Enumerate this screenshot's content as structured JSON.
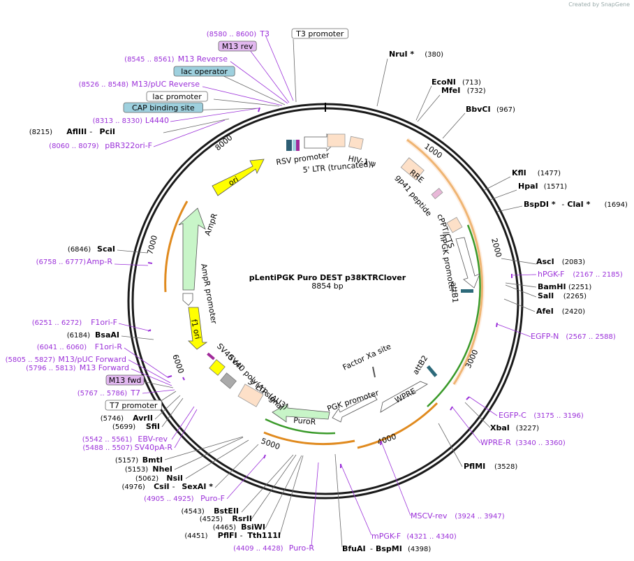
{
  "credit": "Created by SnapGene",
  "plasmid": {
    "name": "pLentiPGK Puro DEST p38KTRClover",
    "size": "8854 bp"
  },
  "ticks": [
    "1000",
    "2000",
    "3000",
    "4000",
    "5000",
    "6000",
    "7000",
    "8000"
  ],
  "features": {
    "rsv_promoter": "RSV promoter",
    "ltr5": "5' LTR (truncated)",
    "hiv_psi": "HIV-1 ψ",
    "rre": "RRE",
    "gp41": "gp41 peptide",
    "cppt": "cPPT/CTS",
    "hpgk": "hPGK promoter",
    "attb1": "attB1",
    "factor_xa": "Factor Xa site",
    "attb2": "attB2",
    "wpre": "WPRE",
    "pgk": "PGK promoter",
    "puror": "PuroR",
    "ltr3": "3' LTR (ΔU3)",
    "sv40polya": "SV40 poly(A) signal",
    "sv40ori": "SV40 ori",
    "f1ori": "f1 ori",
    "ampr_promoter": "AmpR promoter",
    "ampr": "AmpR",
    "ori": "ori"
  },
  "left_labels": [
    {
      "pos": "(8580 .. 8600)",
      "name": "T3",
      "kind": "primer"
    },
    {
      "name": "T3 promoter",
      "kind": "box-white"
    },
    {
      "name": "M13 rev",
      "kind": "box-purple"
    },
    {
      "pos": "(8545 .. 8561)",
      "name": "M13 Reverse",
      "kind": "primer"
    },
    {
      "name": "lac operator",
      "kind": "box-teal"
    },
    {
      "pos": "(8526 .. 8548)",
      "name": "M13/pUC Reverse",
      "kind": "primer"
    },
    {
      "name": "lac promoter",
      "kind": "box-white"
    },
    {
      "name": "CAP binding site",
      "kind": "box-teal"
    },
    {
      "pos": "(8313 .. 8330)",
      "name": "L4440",
      "kind": "primer"
    },
    {
      "pos": "(8215)",
      "name": "AflIII",
      "name2": "PciI",
      "kind": "enzyme"
    },
    {
      "pos": "(8060 .. 8079)",
      "name": "pBR322ori-F",
      "kind": "primer"
    },
    {
      "pos": "(6846)",
      "name": "ScaI",
      "kind": "enzyme"
    },
    {
      "pos": "(6758 .. 6777)",
      "name": "Amp-R",
      "kind": "primer"
    },
    {
      "pos": "(6251 .. 6272)",
      "name": "F1ori-F",
      "kind": "primer"
    },
    {
      "pos": "(6184)",
      "name": "BsaAI",
      "kind": "enzyme"
    },
    {
      "pos": "(6041 .. 6060)",
      "name": "F1ori-R",
      "kind": "primer"
    },
    {
      "pos": "(5805 .. 5827)",
      "name": "M13/pUC Forward",
      "kind": "primer"
    },
    {
      "pos": "(5796 .. 5813)",
      "name": "M13 Forward",
      "kind": "primer"
    },
    {
      "name": "M13 fwd",
      "kind": "box-purple"
    },
    {
      "pos": "(5767 .. 5786)",
      "name": "T7",
      "kind": "primer"
    },
    {
      "name": "T7 promoter",
      "kind": "box-white"
    },
    {
      "pos": "(5746)",
      "name": "AvrII",
      "kind": "enzyme"
    },
    {
      "pos": "(5699)",
      "name": "SfiI",
      "kind": "enzyme"
    },
    {
      "pos": "(5542 .. 5561)",
      "name": "EBV-rev",
      "kind": "primer"
    },
    {
      "pos": "(5488 .. 5507)",
      "name": "SV40pA-R",
      "kind": "primer"
    },
    {
      "pos": "(5157)",
      "name": "BmtI",
      "kind": "enzyme"
    },
    {
      "pos": "(5153)",
      "name": "NheI",
      "kind": "enzyme"
    },
    {
      "pos": "(5062)",
      "name": "NsiI",
      "kind": "enzyme"
    },
    {
      "pos": "(4976)",
      "name": "CsiI",
      "name2": "SexAI *",
      "kind": "enzyme"
    },
    {
      "pos": "(4905 .. 4925)",
      "name": "Puro-F",
      "kind": "primer"
    },
    {
      "pos": "(4543)",
      "name": "BstEII",
      "kind": "enzyme"
    },
    {
      "pos": "(4525)",
      "name": "RsrII",
      "kind": "enzyme"
    },
    {
      "pos": "(4465)",
      "name": "BsiWI",
      "kind": "enzyme"
    },
    {
      "pos": "(4451)",
      "name": "PflFI",
      "name2": "Tth111I",
      "kind": "enzyme"
    },
    {
      "pos": "(4409 .. 4428)",
      "name": "Puro-R",
      "kind": "primer"
    }
  ],
  "right_labels": [
    {
      "name": "NruI *",
      "pos": "(380)",
      "kind": "enzyme"
    },
    {
      "name": "EcoNI",
      "pos": "(713)",
      "kind": "enzyme"
    },
    {
      "name": "MfeI",
      "pos": "(732)",
      "kind": "enzyme"
    },
    {
      "name": "BbvCI",
      "pos": "(967)",
      "kind": "enzyme"
    },
    {
      "name": "KflI",
      "pos": "(1477)",
      "kind": "enzyme"
    },
    {
      "name": "HpaI",
      "pos": "(1571)",
      "kind": "enzyme"
    },
    {
      "name": "BspDI *",
      "name2": "ClaI *",
      "pos": "(1694)",
      "kind": "enzyme"
    },
    {
      "name": "AscI",
      "pos": "(2083)",
      "kind": "enzyme"
    },
    {
      "name": "hPGK-F",
      "pos": "(2167 .. 2185)",
      "kind": "primer"
    },
    {
      "name": "BamHI",
      "pos": "(2251)",
      "kind": "enzyme"
    },
    {
      "name": "SalI",
      "pos": "(2265)",
      "kind": "enzyme"
    },
    {
      "name": "AfeI",
      "pos": "(2420)",
      "kind": "enzyme"
    },
    {
      "name": "EGFP-N",
      "pos": "(2567 .. 2588)",
      "kind": "primer"
    },
    {
      "name": "EGFP-C",
      "pos": "(3175 .. 3196)",
      "kind": "primer"
    },
    {
      "name": "XbaI",
      "pos": "(3227)",
      "kind": "enzyme"
    },
    {
      "name": "WPRE-R",
      "pos": "(3340 .. 3360)",
      "kind": "primer"
    },
    {
      "name": "PflMI",
      "pos": "(3528)",
      "kind": "enzyme"
    },
    {
      "name": "MSCV-rev",
      "pos": "(3924 .. 3947)",
      "kind": "primer"
    },
    {
      "name": "mPGK-F",
      "pos": "(4321 .. 4340)",
      "kind": "primer"
    },
    {
      "name": "BfuAI",
      "name2": "BspMI",
      "pos": "(4398)",
      "kind": "enzyme"
    }
  ],
  "colors": {
    "backbone": "#1a1a1a",
    "primer": "#9b30d9",
    "orange_arc": "#e08a1e",
    "green_arc": "#3a9a2a",
    "ori_yellow": "#ffff00",
    "ampr_green": "#c8f5c8",
    "peach": "#fde0c8",
    "teal_box": "#9ed0de",
    "purple_box": "#e2b8f0"
  }
}
